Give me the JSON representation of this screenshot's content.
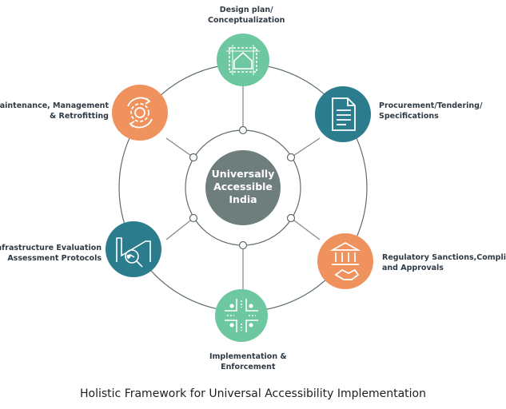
{
  "center": {
    "lines": [
      "Universally",
      "Accessible",
      "India"
    ]
  },
  "nodes": [
    {
      "id": "design",
      "lines": [
        "Design plan/",
        "Conceptualization"
      ],
      "color": "#6dc7a0",
      "icon": "house-blueprint-icon"
    },
    {
      "id": "procurement",
      "lines": [
        "Procurement/Tendering/",
        "Specifications"
      ],
      "color": "#2b7d8e",
      "icon": "document-icon"
    },
    {
      "id": "regulatory",
      "lines": [
        "Regulatory Sanctions,Compliance",
        "and Approvals"
      ],
      "color": "#f0925e",
      "icon": "bank-handshake-icon"
    },
    {
      "id": "implementation",
      "lines": [
        "Implementation &",
        "Enforcement"
      ],
      "color": "#6dc7a0",
      "icon": "crossroads-icon"
    },
    {
      "id": "evaluation",
      "lines": [
        "Infrastructure Evaluation",
        "Assessment Protocols"
      ],
      "color": "#2b7d8e",
      "icon": "ramp-magnifier-icon"
    },
    {
      "id": "maintenance",
      "lines": [
        "Maintenance, Management",
        "& Retrofitting"
      ],
      "color": "#f0925e",
      "icon": "gear-cycle-icon"
    }
  ],
  "colors": {
    "center": "#6e7e7c",
    "ring": "#5d6b6b",
    "line": "#7d8a88"
  },
  "caption": "Holistic Framework for Universal Accessibility Implementation"
}
